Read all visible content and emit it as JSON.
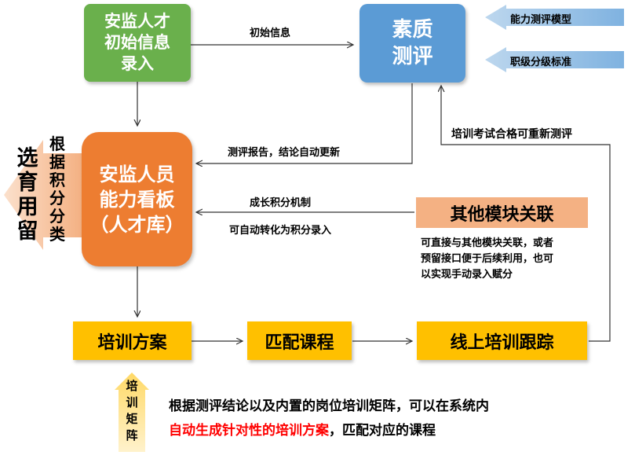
{
  "nodes": {
    "entry": "安监人才\n初始信息\n录入",
    "assessment": "素质\n测评",
    "dashboard": "安监人员\n能力看板\n（人才库）",
    "other_modules": "其他模块关联",
    "plan": "培训方案",
    "course": "匹配课程",
    "tracking": "线上培训跟踪"
  },
  "inputs": {
    "model": "能力测评模型",
    "standard": "职级分级标准"
  },
  "edges": {
    "initial_info": "初始信息",
    "report": "测评报告，结论自动更新",
    "growth_points": "成长积分机制",
    "auto_convert": "可自动转化为积分录入",
    "retest": "培训考试合格可重新测评"
  },
  "side": {
    "classify": "根据积分分类",
    "select": "选育用留"
  },
  "notes": {
    "other_modules": "可直接与其他模块关联，或者\n预留接口便于后续利用，也可\n以实现手动录入赋分",
    "matrix_label": "培训矩阵",
    "bottom_line1": "根据测评结论以及内置的岗位培训矩阵，可以在系统内",
    "bottom_highlight": "自动生成针对性的培训方案",
    "bottom_tail": "，匹配对应的课程"
  },
  "colors": {
    "green": "#6ab04c",
    "blue": "#5b9bd5",
    "orange": "#ed7d31",
    "light_orange": "#f4b183",
    "yellow": "#ffc000",
    "light_blue": "#9dc3e6",
    "highlight_red": "#ff0000"
  }
}
